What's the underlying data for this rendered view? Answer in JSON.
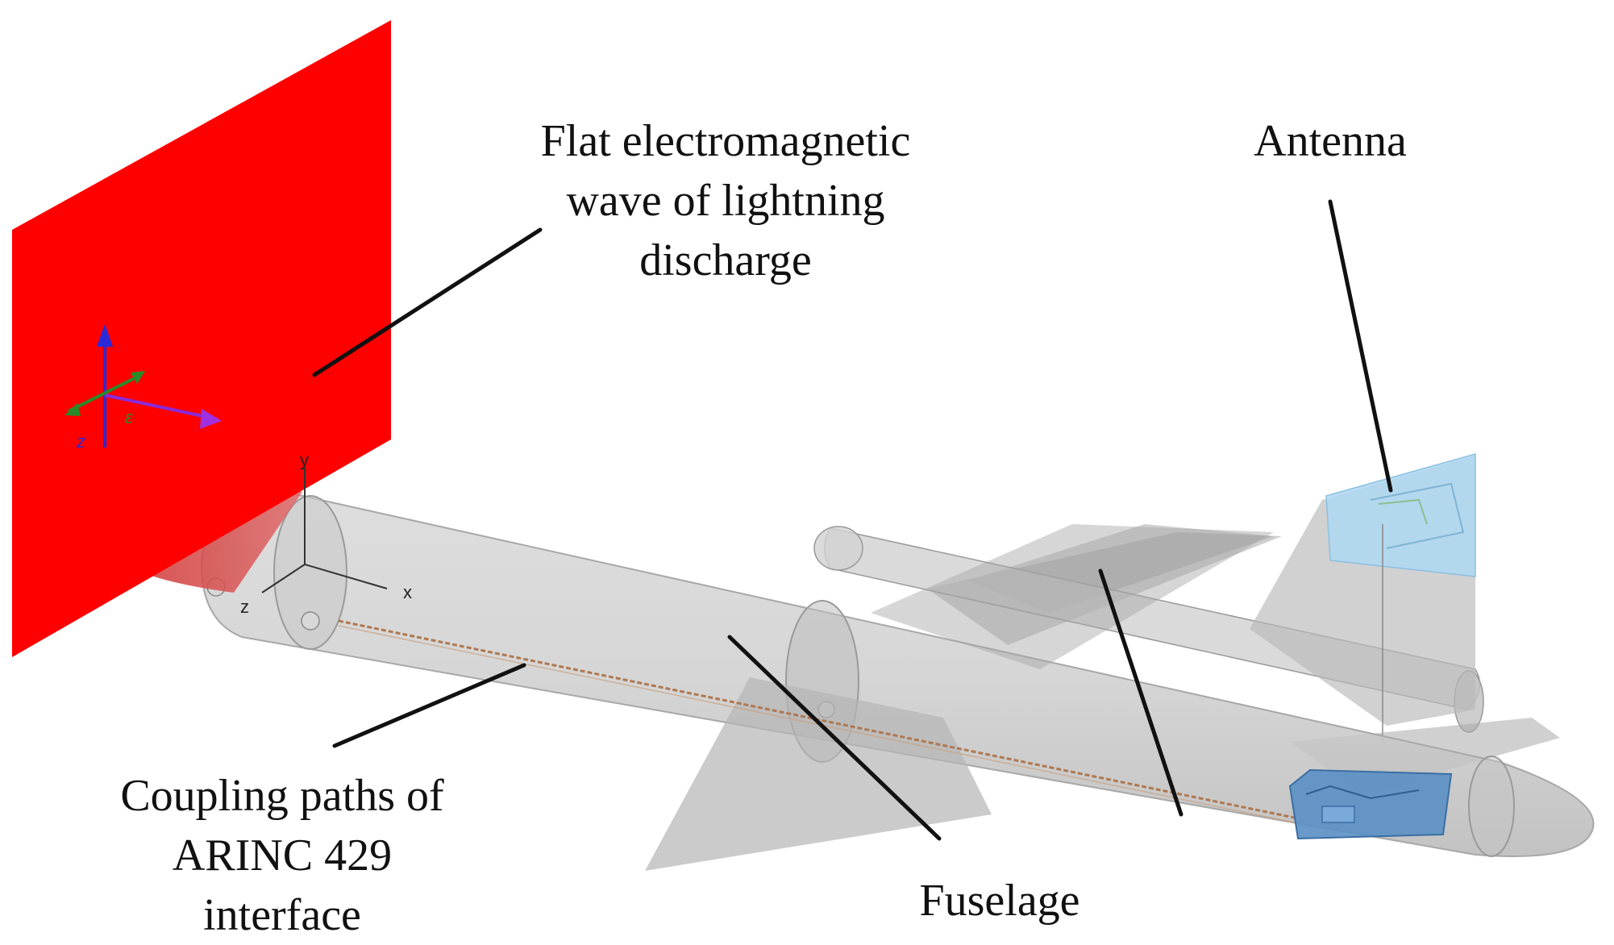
{
  "labels": {
    "wave": [
      "Flat electromagnetic",
      "wave of lightning",
      "discharge"
    ],
    "antenna": "Antenna",
    "coupling": [
      "Coupling paths of",
      "ARINC 429",
      "interface"
    ],
    "fuselage": "Fuselage"
  },
  "axes": {
    "x": "x",
    "y": "y",
    "z": "z"
  },
  "colors": {
    "wave_plane": "#ff0000",
    "fuselage": "#bdbdbd",
    "antenna_panel": "#aed8f2",
    "equipment_box": "#5a8fc4",
    "cable": "#b07850",
    "leader_line": "#111111"
  }
}
